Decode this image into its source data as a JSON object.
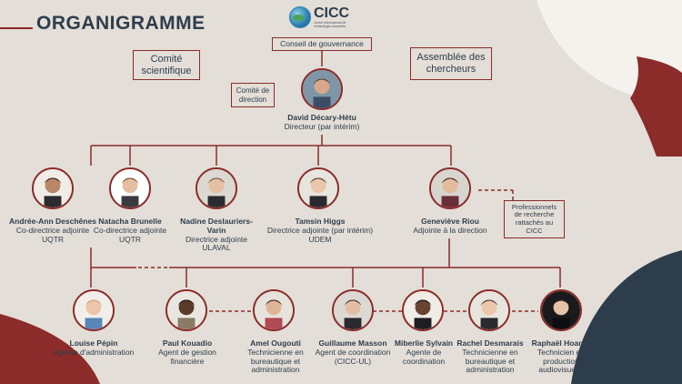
{
  "header": {
    "title": "ORGANIGRAMME"
  },
  "logo": {
    "name": "CICC",
    "subtitle": "Centre international de criminologie comparée"
  },
  "boxes": {
    "conseil": "Conseil de gouvernance",
    "comite_scientifique": "Comité scientifique",
    "assemblee": "Assemblée des chercheurs",
    "comite_direction": "Comité de direction",
    "professionnels": "Professionnels de recherche rattachés au CICC"
  },
  "director": {
    "name": "David Décary-Hétu",
    "role": "Directeur (par intérim)"
  },
  "deputies": [
    {
      "name": "Andrée-Ann Deschênes",
      "role": "Co-directrice adjointe",
      "org": "UQTR"
    },
    {
      "name": "Natacha Brunelle",
      "role": "Co-directrice adjointe",
      "org": "UQTR"
    },
    {
      "name": "Nadine Deslauriers-Varin",
      "role": "Directrice adjointe",
      "org": "ULAVAL"
    },
    {
      "name": "Tamsin Higgs",
      "role": "Directrice adjointe (par intérim)",
      "org": "UDEM"
    },
    {
      "name": "Geneviève Riou",
      "role": "Adjointe à la direction",
      "org": ""
    }
  ],
  "staff": [
    {
      "name": "Louise Pépin",
      "role": "Agente d'administration"
    },
    {
      "name": "Paul Kouadio",
      "role": "Agent de gestion financière"
    },
    {
      "name": "Amel Ougouti",
      "role": "Technicienne en bureautique et administration"
    },
    {
      "name": "Guillaume Masson",
      "role": "Agent de coordination (CICC-UL)"
    },
    {
      "name": "Miberlie Sylvain",
      "role": "Agente de coordination"
    },
    {
      "name": "Rachel Desmarais",
      "role": "Technicienne en bureautique et administration"
    },
    {
      "name": "Raphaël Hoarau",
      "role": "Technicien en production audiovisuelle"
    }
  ],
  "colors": {
    "accent": "#8b2c2a",
    "navy": "#2e3d4c",
    "background": "#e3ded7"
  }
}
